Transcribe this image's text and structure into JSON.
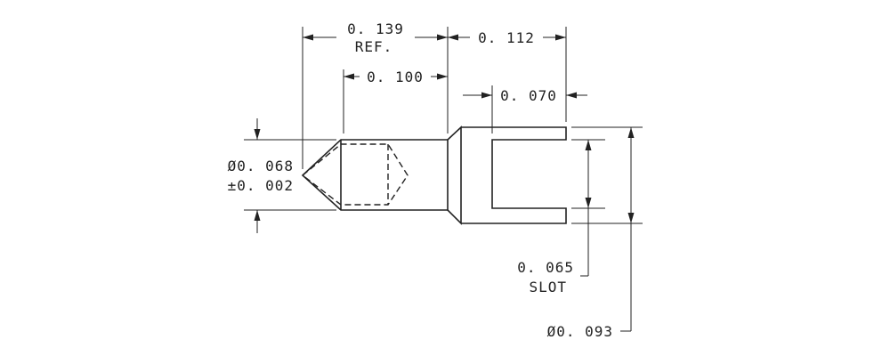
{
  "diagram": {
    "dimensions": {
      "overall_ref": "0. 139",
      "overall_ref_note": "REF.",
      "length_100": "0. 100",
      "length_112": "0. 112",
      "length_070": "0. 070",
      "dia_068": "Ø0. 068",
      "tol_002": "±0. 002",
      "slot_065": "0. 065",
      "slot_label": "SLOT",
      "dia_093": "Ø0. 093"
    },
    "colors": {
      "line": "#222222",
      "background": "#ffffff"
    }
  }
}
